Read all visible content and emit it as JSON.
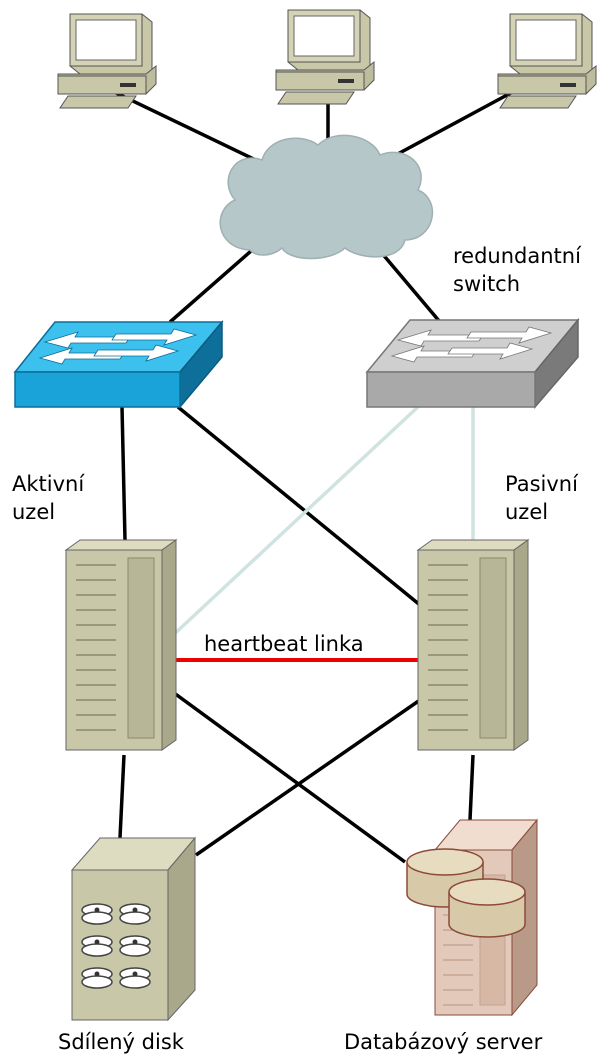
{
  "colors": {
    "active_switch": "#1aa3d9",
    "redundant_switch": "#a9a9a9",
    "heartbeat_link": "#ee0000",
    "primary_link": "#000000",
    "secondary_link": "#cfe3e1",
    "cloud": "#b5c7c8",
    "server_body": "#c8c7a7",
    "db_server": "#e3c9b9"
  },
  "labels": {
    "redundant_switch": "redundantní\nswitch",
    "active_node": "Aktivní\nuzel",
    "passive_node": "Pasivní\nuzel",
    "heartbeat": "heartbeat linka",
    "shared_disk": "Sdílený disk",
    "db_server": "Databázový server"
  },
  "icons": {
    "workstations": [
      "computer-icon",
      "computer-icon",
      "computer-icon"
    ],
    "network": "cloud-icon",
    "switches": [
      "switch-icon",
      "switch-icon"
    ],
    "servers": [
      "tower-server-icon",
      "tower-server-icon"
    ],
    "storage": "disk-array-icon",
    "database": "database-server-icon"
  }
}
